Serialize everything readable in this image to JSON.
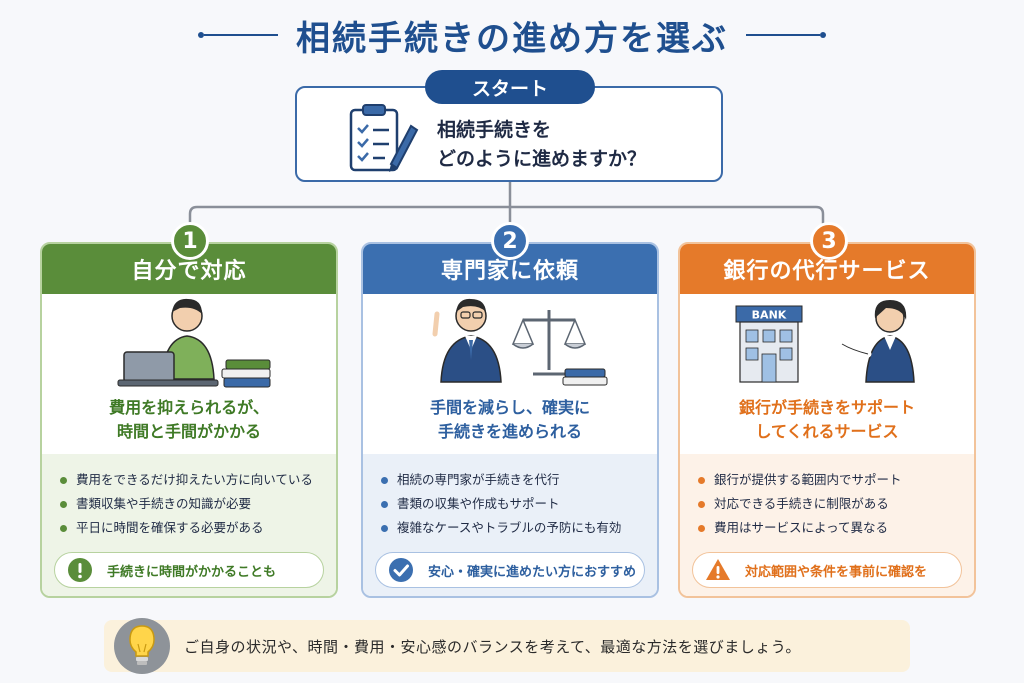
{
  "title": "相続手続きの進め方を選ぶ",
  "start": {
    "label": "スタート",
    "question": "相続手続きを\nどのように進めますか？"
  },
  "options": [
    {
      "number": "1",
      "title": "自分で対応",
      "summary": "費用を抑えられるが、\n時間と手間がかかる",
      "bullets": [
        "費用をできるだけ抑えたい方に向いている",
        "書類収集や手続きの知識が必要",
        "平日に時間を確保する必要がある"
      ],
      "note": "手続きに時間がかかることも",
      "colors": {
        "main": "#5a8d3a",
        "light": "#eef4e7",
        "border": "#b7d29f",
        "text": "#3f7a26"
      }
    },
    {
      "number": "2",
      "title": "専門家に依頼",
      "summary": "手間を減らし、確実に\n手続きを進められる",
      "bullets": [
        "相続の専門家が手続きを代行",
        "書類の収集や作成もサポート",
        "複雑なケースやトラブルの予防にも有効"
      ],
      "note": "安心・確実に進めたい方におすすめ",
      "colors": {
        "main": "#3b6fb0",
        "light": "#eaf0f8",
        "border": "#a9c1e2",
        "text": "#2d5f9f"
      }
    },
    {
      "number": "3",
      "title": "銀行の代行サービス",
      "summary": "銀行が手続きをサポート\nしてくれるサービス",
      "bullets": [
        "銀行が提供する範囲内でサポート",
        "対応できる手続きに制限がある",
        "費用はサービスによって異なる"
      ],
      "note": "対応範囲や条件を事前に確認を",
      "illustration_sign": "BANK",
      "colors": {
        "main": "#e57a2a",
        "light": "#fdf2e8",
        "border": "#f2c39a",
        "text": "#e0701b"
      }
    }
  ],
  "tip": "ご自身の状況や、時間・費用・安心感のバランスを考えて、最適な方法を選びましょう。"
}
